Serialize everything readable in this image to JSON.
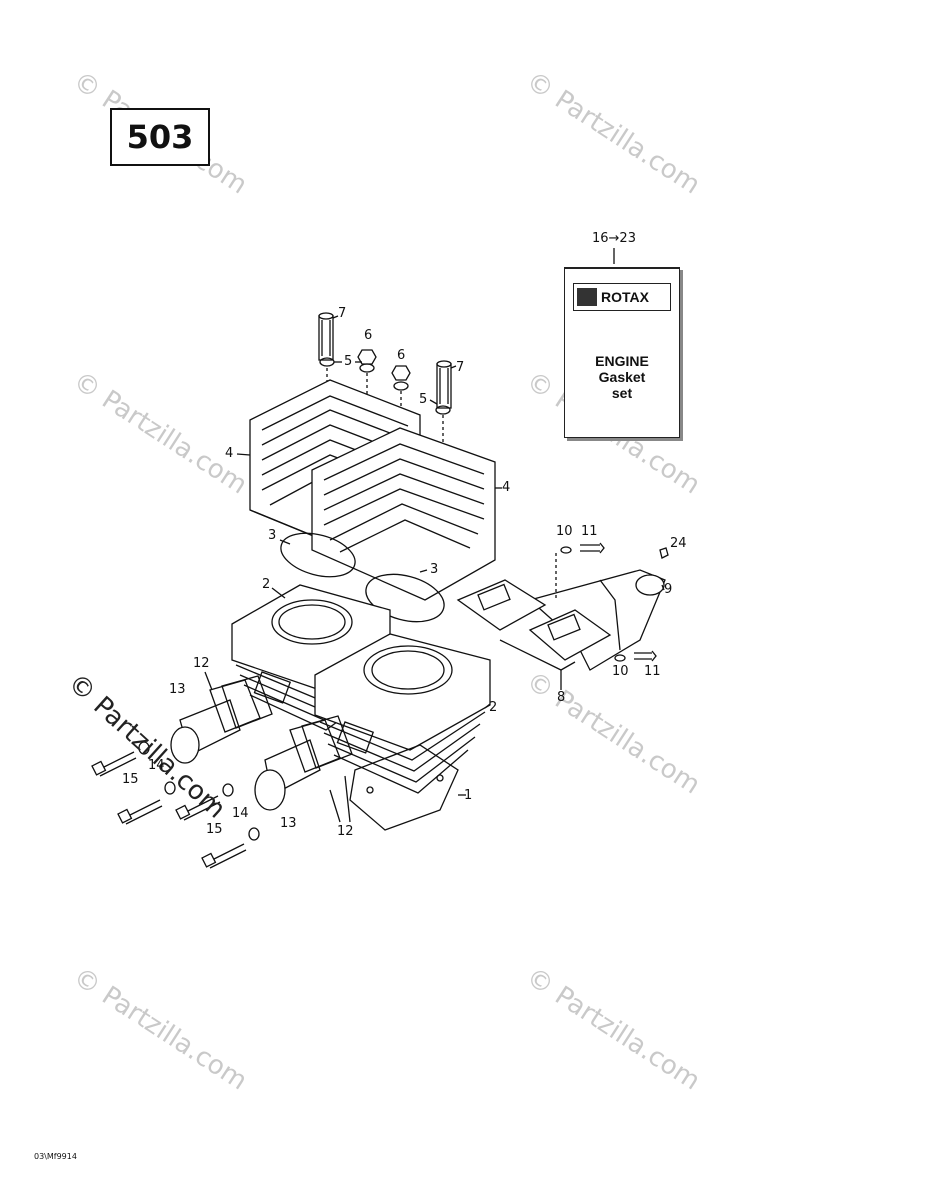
{
  "diagram": {
    "page_label": "503",
    "figure_code": "03\\Mf9914",
    "watermark": "© Partzilla.com",
    "side_watermark": "© Partzilla.com",
    "kit": {
      "ref": "16→23",
      "brand": "ROTAX",
      "line1": "ENGINE",
      "line2": "Gasket",
      "line3": "set"
    },
    "callouts": [
      {
        "id": "c7a",
        "text": "7"
      },
      {
        "id": "c6a",
        "text": "6"
      },
      {
        "id": "c5a",
        "text": "5"
      },
      {
        "id": "c6b",
        "text": "6"
      },
      {
        "id": "c7b",
        "text": "7"
      },
      {
        "id": "c5b",
        "text": "5"
      },
      {
        "id": "c4a",
        "text": "4"
      },
      {
        "id": "c4b",
        "text": "4"
      },
      {
        "id": "c3a",
        "text": "3"
      },
      {
        "id": "c3b",
        "text": "3"
      },
      {
        "id": "c2a",
        "text": "2"
      },
      {
        "id": "c2b",
        "text": "2"
      },
      {
        "id": "c1",
        "text": "1"
      },
      {
        "id": "c10a",
        "text": "10"
      },
      {
        "id": "c11a",
        "text": "11"
      },
      {
        "id": "c24",
        "text": "24"
      },
      {
        "id": "c9",
        "text": "9"
      },
      {
        "id": "c8",
        "text": "8"
      },
      {
        "id": "c10b",
        "text": "10"
      },
      {
        "id": "c11b",
        "text": "11"
      },
      {
        "id": "c12a",
        "text": "12"
      },
      {
        "id": "c13a",
        "text": "13"
      },
      {
        "id": "c14a",
        "text": "14"
      },
      {
        "id": "c15a",
        "text": "15"
      },
      {
        "id": "c14b",
        "text": "14"
      },
      {
        "id": "c15b",
        "text": "15"
      },
      {
        "id": "c13b",
        "text": "13"
      },
      {
        "id": "c12b",
        "text": "12"
      }
    ]
  }
}
